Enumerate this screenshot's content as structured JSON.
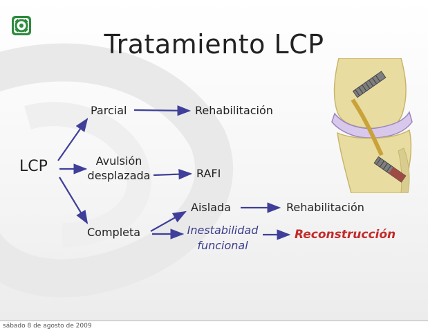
{
  "slide": {
    "title": "Tratamiento LCP",
    "footer_date": "sábado 8 de agosto de 2009"
  },
  "diagram": {
    "root": "LCP",
    "parcial": "Parcial",
    "parcial_treatment": "Rehabilitación",
    "avulsion_line1": "Avulsión",
    "avulsion_line2": "desplazada",
    "avulsion_treatment": "RAFI",
    "completa": "Completa",
    "aislada": "Aislada",
    "aislada_treatment": "Rehabilitación",
    "inestabilidad_line1": "Inestabilidad",
    "inestabilidad_line2": "funcional",
    "inestabilidad_treatment": "Reconstrucción"
  },
  "colors": {
    "arrow": "#3f3f9a",
    "reconstruction": "#c42a2a",
    "italic_label": "#3b3d8c"
  },
  "icons": {
    "logo": "green-emblem-icon",
    "illustration": "knee-joint-illustration"
  }
}
